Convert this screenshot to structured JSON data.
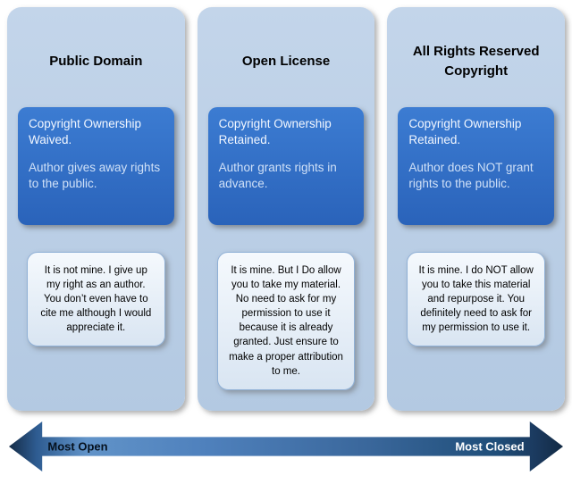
{
  "columns": [
    {
      "title": "Public Domain",
      "ownership": "Copyright Ownership Waived.",
      "detail": "Author gives away rights to the public.",
      "bubble": "It is not mine. I give up my right as an author. You don’t even have to cite me although I would appreciate it."
    },
    {
      "title": "Open License",
      "ownership": "Copyright Ownership Retained.",
      "detail": "Author grants rights in advance.",
      "bubble": "It is mine. But I Do allow you to take my material. No need to ask for my permission to use it because it is already granted. Just ensure to make a proper attribution to me."
    },
    {
      "title": "All Rights Reserved Copyright",
      "ownership": "Copyright Ownership Retained.",
      "detail": "Author does NOT grant rights to the public.",
      "bubble": "It is mine. I do NOT allow you to take this material and repurpose it. You definitely need to ask for my permission to use it."
    }
  ],
  "arrow": {
    "left_label": "Most Open",
    "right_label": "Most Closed"
  },
  "colors": {
    "column_background": "#b9cde5",
    "ownership_box": "#2e6fc4",
    "bubble_background": "#e3ecf6",
    "arrow_dark": "#152c47",
    "arrow_mid": "#4f81bd"
  }
}
